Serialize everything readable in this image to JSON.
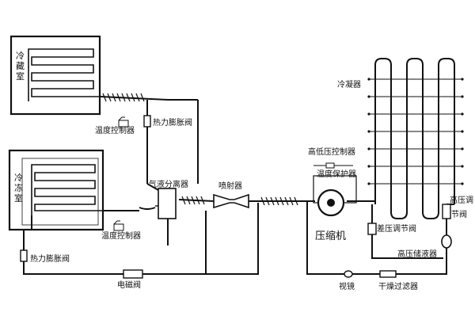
{
  "rooms": {
    "fridge": "冷藏室",
    "freezer": "冷冻室"
  },
  "labels": {
    "condenser": "冷凝器",
    "temp_ctrl_top": "温度控制器",
    "txv_top": "热力膨胀阀",
    "gas_liquid_separator": "气液分离器",
    "ejector": "喷射器",
    "hilo_pressure_ctrl": "高低压控制器",
    "temp_protector": "温度保护器",
    "compressor": "压缩机",
    "diff_pressure_valve": "差压调节阀",
    "hp_valve_line1": "高压调",
    "hp_valve_line2": "节阀",
    "hp_receiver": "高压储液器",
    "temp_ctrl_bottom": "温度控制器",
    "txv_bottom": "热力膨胀阀",
    "solenoid_valve": "电磁阀",
    "sight_glass": "视镜",
    "dryer_filter": "干燥过滤器"
  },
  "colors": {
    "line": "#111111",
    "background": "#ffffff"
  }
}
